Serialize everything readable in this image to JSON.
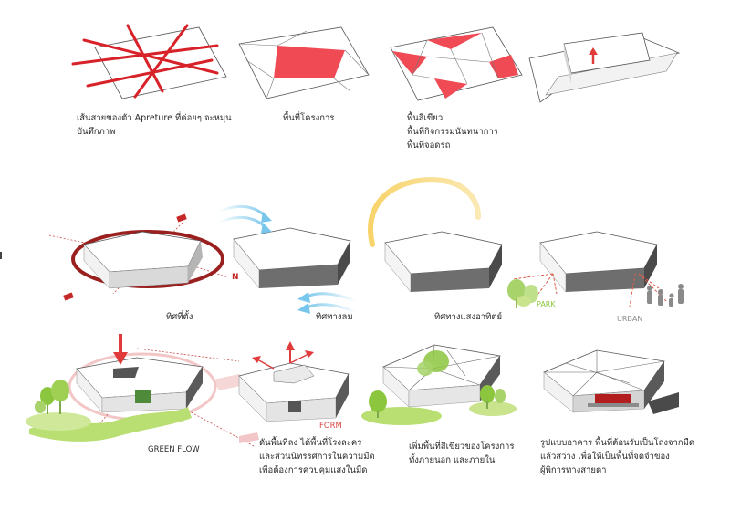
{
  "row1": {
    "caption_1": [
      "เส้นสายของตัว Apreture ที่ค่อยๆ จะหมุน",
      "บันทึกภาพ"
    ],
    "caption_2": "พื้นที่โครงการ",
    "caption_3": [
      "พื้นสีเขียว",
      "พื้นที่กิจกรรมนันทนาการ",
      "พื้นที่จอดรถ"
    ]
  },
  "row2": {
    "site_label": "ทิศที่ตั้ง",
    "wind_label": "ทิศทางลม",
    "sun_label": "ทิศทางแสงอาทิตย์",
    "park_label": "PARK",
    "urban_label": "URBAN",
    "north_marker": "N"
  },
  "row3": {
    "green_flow_label": "GREEN FLOW",
    "form_label": "FORM",
    "caption_2": [
      "ดันพื้นที่ลง ได้พื้นที่โรงละคร",
      "และส่วนนิทรรศการในความมืด",
      "เพื่อต้องการควบคุมแสงในมืด"
    ],
    "caption_3": [
      "เพิ่มพื้นที่สีเขียวของโครงการ",
      "ทั้งภายนอก และภายใน"
    ],
    "caption_4": [
      "รูปแบบอาคาร พื้นที่ต้อนรับเป็นโถงจากมืด",
      "แล้วสว่าง เพื่อให้เป็นพื้นที่จดจำของ",
      "ผู้พิการทางสายตา"
    ]
  },
  "colors": {
    "accent_red": "#e03a3a",
    "slab_red": "#f04a55",
    "park_green": "#8cc63f",
    "wind_blue": "#8fd0ef",
    "sun_yellow": "#f4c542",
    "dark_grey": "#6b6b6b",
    "shadow": "#4a4a4a"
  }
}
